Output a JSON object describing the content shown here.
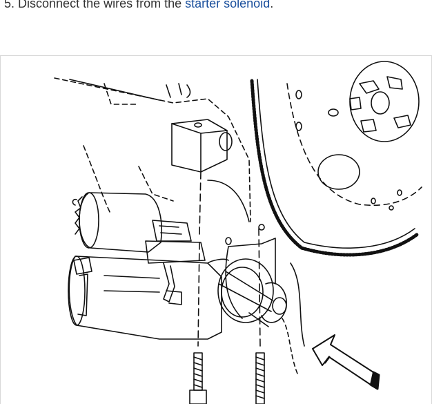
{
  "step": {
    "number": "5.",
    "text_before": "Disconnect the wires from the",
    "link_text": "starter solenoid",
    "text_after": "."
  },
  "figure": {
    "subject": "starter motor removal diagram",
    "icons": [
      "starter-motor-icon",
      "flywheel-icon",
      "bolt-icon",
      "direction-arrow-icon"
    ]
  },
  "colors": {
    "text": "#333333",
    "link": "#1a4f9c",
    "line_art": "#111111"
  }
}
